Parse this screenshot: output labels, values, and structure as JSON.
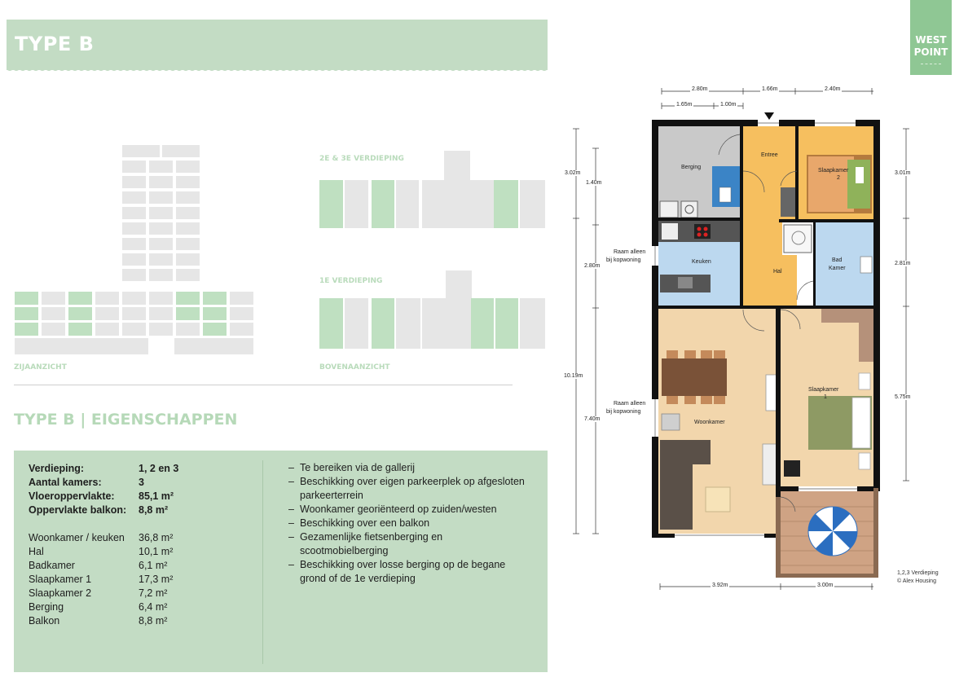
{
  "header": {
    "title": "TYPE B"
  },
  "logo": {
    "line1": "WEST",
    "line2": "POINT"
  },
  "views": {
    "side_label": "ZIJAANZICHT",
    "top_label": "BOVENAANZICHT",
    "floor_2_3_label": "2E & 3E VERDIEPING",
    "floor_1_label": "1E VERDIEPING"
  },
  "properties": {
    "title": "TYPE B | EIGENSCHAPPEN",
    "main": [
      {
        "label": "Verdieping:",
        "value": "1, 2 en 3"
      },
      {
        "label": "Aantal kamers:",
        "value": "3"
      },
      {
        "label": "Vloeroppervlakte:",
        "value": "85,1 m²"
      },
      {
        "label": "Oppervlakte balkon:",
        "value": "8,8 m²"
      }
    ],
    "rooms": [
      {
        "label": "Woonkamer / keuken",
        "value": "36,8 m²"
      },
      {
        "label": "Hal",
        "value": "10,1 m²"
      },
      {
        "label": "Badkamer",
        "value": "6,1 m²"
      },
      {
        "label": "Slaapkamer 1",
        "value": "17,3 m²"
      },
      {
        "label": "Slaapkamer 2",
        "value": "7,2 m²"
      },
      {
        "label": "Berging",
        "value": "6,4 m²"
      },
      {
        "label": "Balkon",
        "value": "8,8 m²"
      }
    ],
    "bullet_mark": "–",
    "features": [
      "Te bereiken via de gallerij",
      "Beschikking over eigen parkeerplek op afgesloten parkeerterrein",
      "Woonkamer georiënteerd op zuiden/westen",
      "Beschikking over een balkon",
      "Gezamenlijke fietsenberging en scootmobielberging",
      "Beschikking over losse berging op de begane grond of de 1e verdieping"
    ]
  },
  "floorplan": {
    "dims": {
      "top1": "2.80m",
      "top2": "1.66m",
      "top3": "2.40m",
      "top4": "1.65m",
      "top5": "1.00m",
      "left1": "3.02m",
      "left2": "1.40m",
      "left3": "2.80m",
      "left4": "10.19m",
      "left5": "7.40m",
      "right1": "3.01m",
      "right2": "2.81m",
      "right3": "5.75m",
      "bottom1": "3.92m",
      "bottom2": "3.00m"
    },
    "notes": {
      "raam1a": "Raam alleen",
      "raam1b": "bij kopwoning",
      "raam2a": "Raam alleen",
      "raam2b": "bij kopwoning"
    },
    "rooms": {
      "berging": "Berging",
      "entree": "Entree",
      "slaapkamer2a": "Slaapkamer",
      "slaapkamer2b": "2",
      "keuken": "Keuken",
      "hal": "Hal",
      "badkamer_a": "Bad",
      "badkamer_b": "Kamer",
      "woonkamer": "Woonkamer",
      "slaapkamer1a": "Slaapkamer",
      "slaapkamer1b": "1"
    },
    "credit_line1": "1,2,3 Verdieping",
    "credit_line2": "© Alex Housing"
  }
}
